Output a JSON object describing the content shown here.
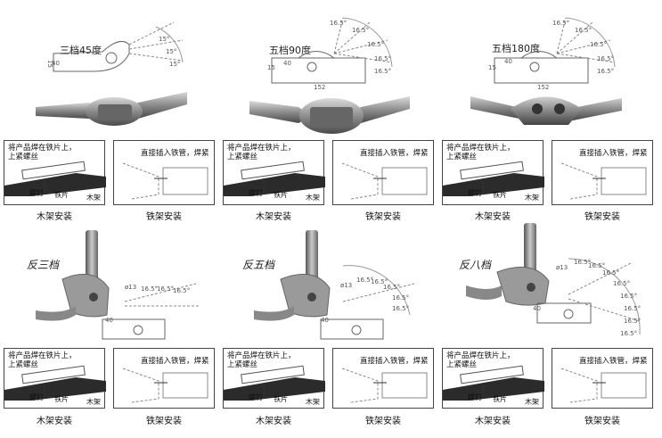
{
  "top_products": [
    {
      "gear": "三档45度",
      "width": "40",
      "height": "15",
      "angles": [
        "15°",
        "15°",
        "15°"
      ]
    },
    {
      "gear": "五档90度",
      "width": "40",
      "length": "152",
      "height": "15",
      "angles": [
        "16.5°",
        "16.5°",
        "16.5°",
        "16.5°",
        "16.5°"
      ]
    },
    {
      "gear": "五档180度",
      "width": "40",
      "length": "152",
      "height": "15",
      "angles": [
        "16.5°",
        "16.5°",
        "16.5°",
        "16.5°",
        "16.5°"
      ]
    }
  ],
  "reverse_products": [
    {
      "gear": "反三档",
      "width": "40",
      "angles": [
        "16.5°",
        "16.5°",
        "16.5°"
      ],
      "dia": "ø13"
    },
    {
      "gear": "反五档",
      "width": "40",
      "angles": [
        "16.5°",
        "16.5°",
        "16.5°",
        "16.5°",
        "16.5°"
      ],
      "dia": "ø13"
    },
    {
      "gear": "反八档",
      "width": "40",
      "angles": [
        "16.5°",
        "16.5°",
        "16.5°",
        "16.5°",
        "16.5°",
        "16.5°",
        "16.5°",
        "16.5°"
      ],
      "dia": "ø13"
    }
  ],
  "wood_panel": {
    "note_line1": "将产品焊在铁片上，",
    "note_line2": "上紧螺丝",
    "screw": "螺钉",
    "plate": "铁片",
    "frame": "木架",
    "caption": "木架安装"
  },
  "iron_panel": {
    "note": "直接插入铁管，焊紧",
    "caption": "铁架安装"
  }
}
